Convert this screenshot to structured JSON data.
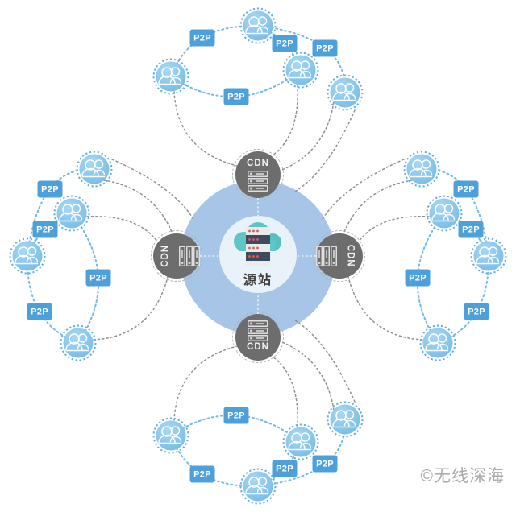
{
  "diagram": {
    "type": "network-topology",
    "center": {
      "label": "源站",
      "icon": "cloud-server-icon"
    },
    "cdn_label": "CDN",
    "p2p_label": "P2P",
    "cdn_nodes": [
      "top",
      "right",
      "bottom",
      "left"
    ],
    "clusters": [
      {
        "position": "top",
        "user_count": 4,
        "p2p_links": 4
      },
      {
        "position": "right",
        "user_count": 4,
        "p2p_links": 4
      },
      {
        "position": "bottom",
        "user_count": 4,
        "p2p_links": 4
      },
      {
        "position": "left",
        "user_count": 4,
        "p2p_links": 4
      }
    ],
    "watermark": "©无线深海",
    "colors": {
      "background": "#FFFFFF",
      "outer_circle": "#A7C6E7",
      "inner_circle": "#E9F1F9",
      "cdn_node": "#6D6D6D",
      "user_node_fill": "#7DC2EB",
      "user_node_ring": "#63AFE1",
      "p2p_badge": "#4EA0DA",
      "cloud": "#5CC7C7",
      "server_dark": "#3C4B5D",
      "server_light": "#E9EBED",
      "server_dots": "#DE5B5B",
      "link_gray": "#909090",
      "link_blue": "#74B9E7",
      "watermark_text": "#A9A9A9"
    }
  }
}
